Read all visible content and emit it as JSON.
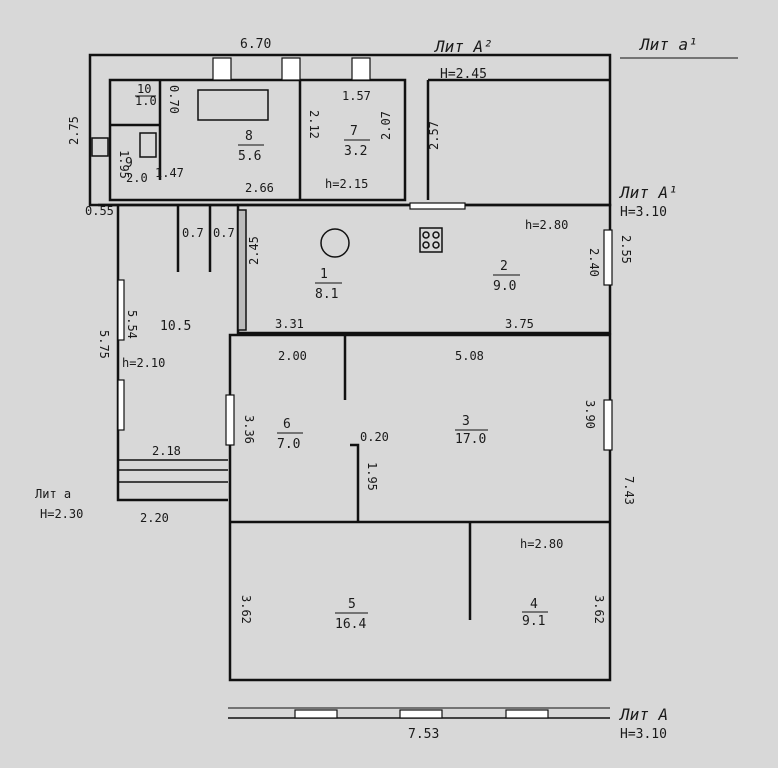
{
  "labels": {
    "lit_a2": "Лит A²",
    "h_a2": "H=2.45",
    "lit_a1_small": "Лит a¹",
    "lit_a1": "Лит A¹",
    "h_a1": "H=3.10",
    "lit_a": "Лит A",
    "h_a": "H=3.10",
    "lit_a_left": "Лит а",
    "h_a_left": "H=2.30"
  },
  "dimensions": {
    "top_width": "6.70",
    "left_top": "2.75",
    "d_1_57": "1.57",
    "d_2_12": "2.12",
    "d_2_07": "2.07",
    "d_2_57": "2.57",
    "d_2_66": "2.66",
    "d_0_55": "0.55",
    "d_0_7a": "0.7",
    "d_0_7b": "0.7",
    "d_2_45": "2.45",
    "d_3_31": "3.31",
    "d_3_75": "3.75",
    "d_2_40": "2.40",
    "d_2_55": "2.55",
    "d_5_75": "5.75",
    "d_5_54": "5.54",
    "d_2_00": "2.00",
    "d_5_08": "5.08",
    "d_3_36": "3.36",
    "d_0_20": "0.20",
    "d_1_95": "1.95",
    "d_3_90": "3.90",
    "d_7_43": "7.43",
    "d_2_18": "2.18",
    "d_2_20": "2.20",
    "d_3_62_left": "3.62",
    "d_3_62_right": "3.62",
    "bottom_width": "7.53",
    "d_1_95_small": "1.95",
    "d_1_47": "1.47",
    "d_0_70": "0.70"
  },
  "heights": {
    "h_a2_inner": "h=2.15",
    "h_lit_a1_room": "h=2.80",
    "h_left": "h=2.10",
    "h_lower": "h=2.80"
  },
  "rooms": [
    {
      "num": "1",
      "area": "8.1"
    },
    {
      "num": "2",
      "area": "9.0"
    },
    {
      "num": "3",
      "area": "17.0"
    },
    {
      "num": "4",
      "area": "9.1"
    },
    {
      "num": "5",
      "area": "16.4"
    },
    {
      "num": "6",
      "area": "7.0"
    },
    {
      "num": "7",
      "area": "3.2"
    },
    {
      "num": "8",
      "area": "5.6"
    },
    {
      "num": "9",
      "area": "2.0"
    },
    {
      "num": "10",
      "area": "1.0"
    },
    {
      "num": "",
      "area": "10.5"
    }
  ]
}
